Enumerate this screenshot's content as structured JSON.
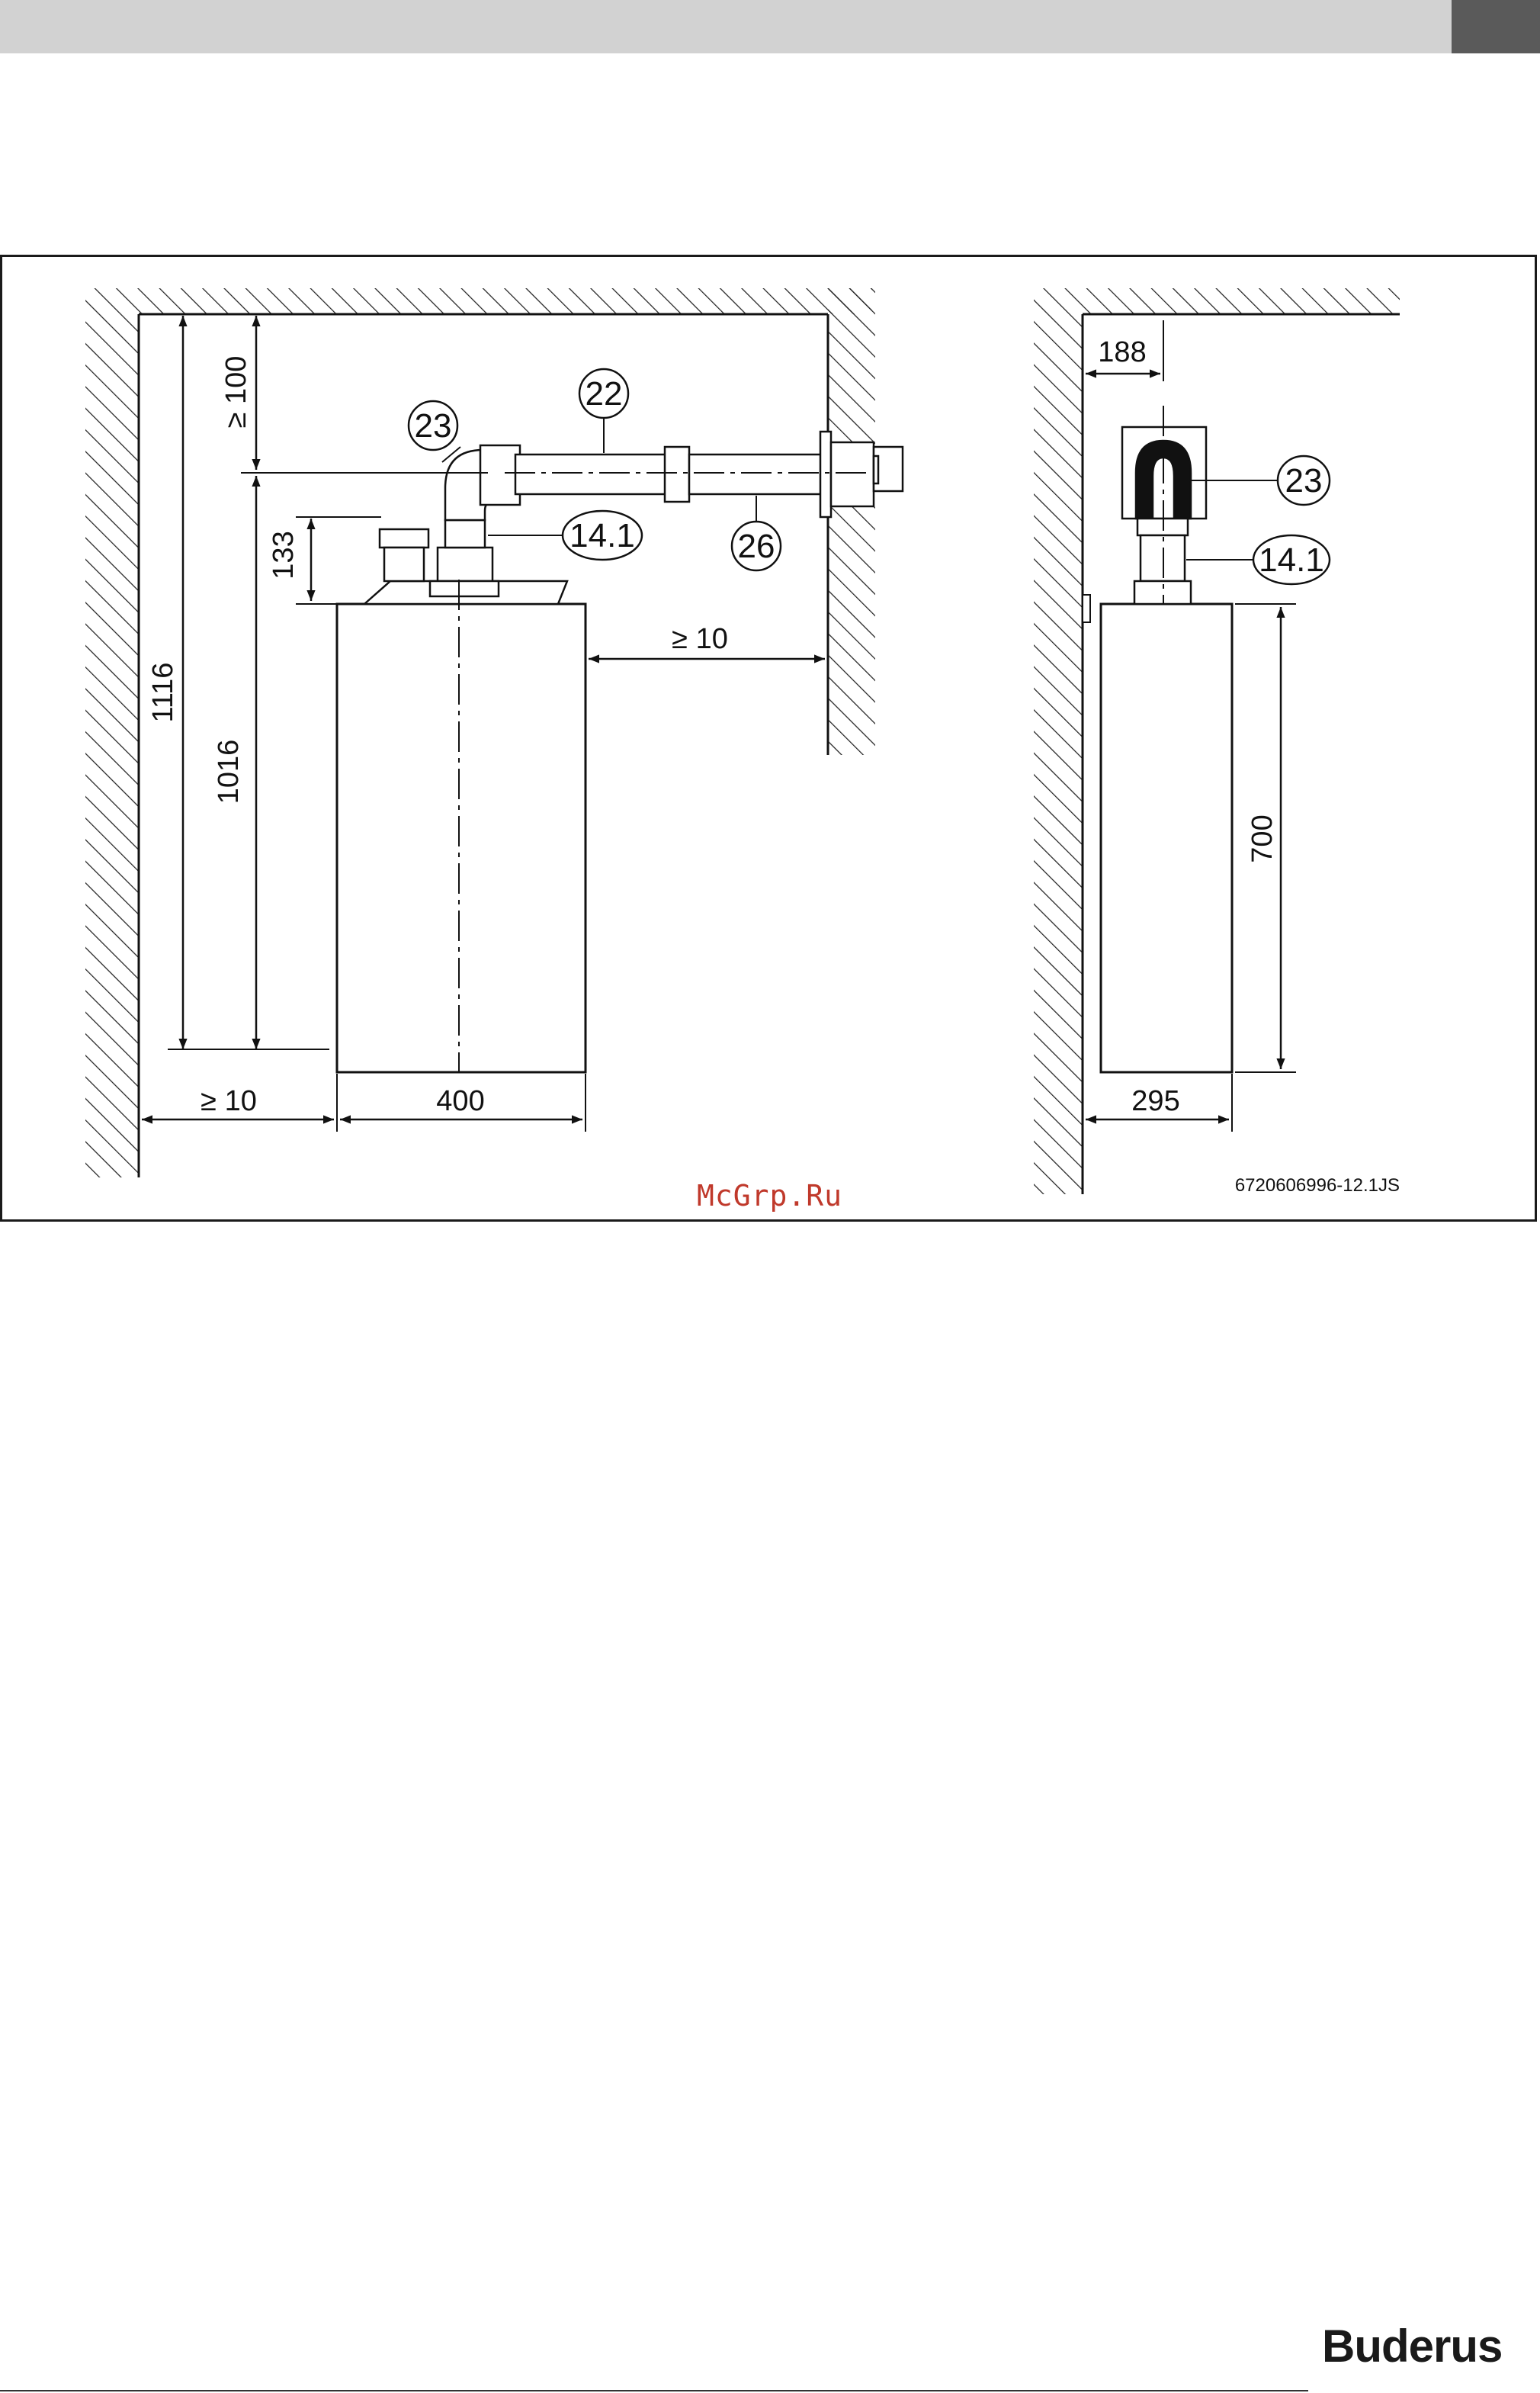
{
  "header": {
    "bar_color": "#d2d2d2",
    "tab_color": "#5a5a5a"
  },
  "watermark": "McGrp.Ru",
  "figure_code": "6720606996-12.1JS",
  "brand": "Buderus",
  "front_view": {
    "dimensions": {
      "top_clearance": "≥ 100",
      "total_height": "1116",
      "height_to_pipe": "1016",
      "connection_height": "133",
      "side_clearance_wall": "≥ 10",
      "side_clearance_left": "≥ 10",
      "width": "400"
    },
    "callouts": {
      "elbow": "23",
      "pipe": "22",
      "outer_pipe": "26",
      "adapter": "14.1"
    }
  },
  "side_view": {
    "dimensions": {
      "wall_to_axis": "188",
      "height": "700",
      "depth": "295"
    },
    "callouts": {
      "elbow": "23",
      "adapter": "14.1"
    }
  }
}
